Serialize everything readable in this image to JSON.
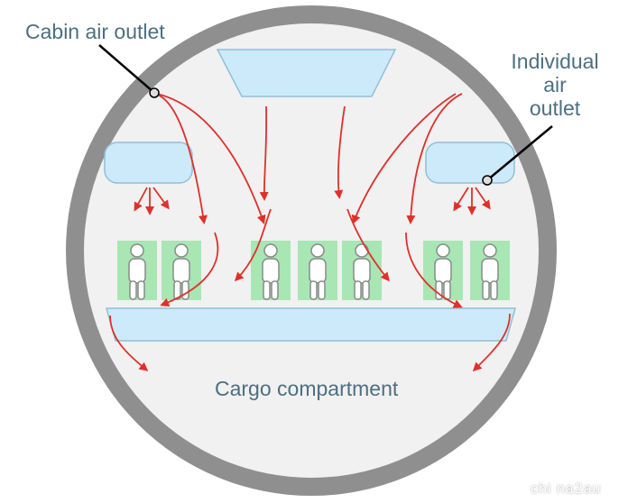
{
  "labels": {
    "cabin_air_outlet": "Cabin air outlet",
    "individual_air_outlet": [
      "Individual",
      "air",
      "outlet"
    ],
    "cargo_compartment": "Cargo compartment"
  },
  "watermark": "chi na2au",
  "colors": {
    "fuselage_ring": "#8f8f8f",
    "cabin_interior": "#f1f1f1",
    "duct_fill": "#cdeafa",
    "duct_stroke": "#8fbfd8",
    "seat_fill": "#a8e6b4",
    "passenger_fill": "#ffffff",
    "passenger_stroke": "#8a8a8a",
    "airflow_arrow": "#e0302a",
    "label_text": "#4d6f80",
    "leader_line": "#000000"
  },
  "icons": [
    "passenger-icon",
    "seat-icon",
    "airflow-arrow-icon",
    "outlet-marker-icon"
  ]
}
